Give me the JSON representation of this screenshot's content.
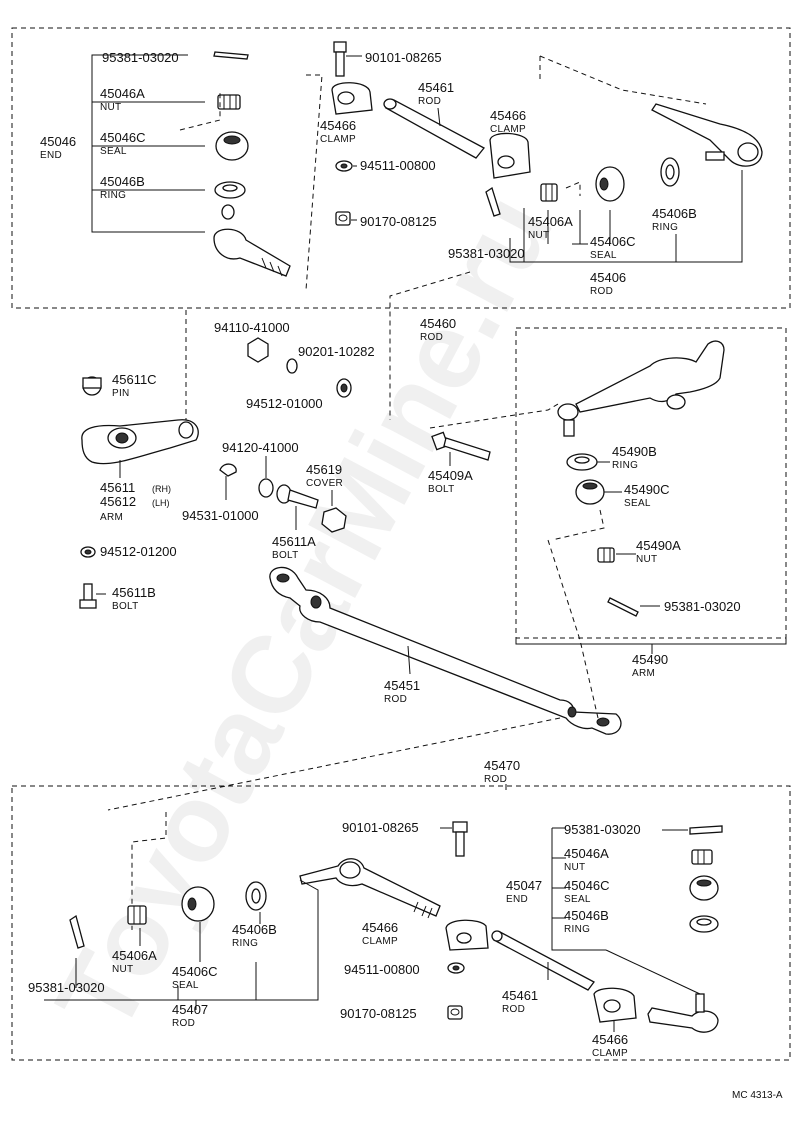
{
  "watermark": "ToyotaCarMine.ru",
  "ref_code": "MC 4313-A",
  "top_group": {
    "end_45046": {
      "num": "45046",
      "name": "END"
    },
    "pin_a": {
      "num": "95381-03020"
    },
    "nut": {
      "num": "45046A",
      "name": "NUT"
    },
    "seal": {
      "num": "45046C",
      "name": "SEAL"
    },
    "ring": {
      "num": "45046B",
      "name": "RING"
    },
    "bolt_a": {
      "num": "90101-08265"
    },
    "clamp_a": {
      "num": "45466",
      "name": "CLAMP"
    },
    "rod_45461": {
      "num": "45461",
      "name": "ROD"
    },
    "clamp_b": {
      "num": "45466",
      "name": "CLAMP"
    },
    "washer": {
      "num": "94511-00800"
    },
    "nut_b": {
      "num": "90170-08125"
    },
    "nut_c": {
      "num": "45406A",
      "name": "NUT"
    },
    "ring_b": {
      "num": "45406B",
      "name": "RING"
    },
    "seal_b": {
      "num": "45406C",
      "name": "SEAL"
    },
    "pin_b": {
      "num": "95381-03020"
    },
    "rod_45406": {
      "num": "45406",
      "name": "ROD"
    },
    "rod_45460": {
      "num": "45460",
      "name": "ROD"
    }
  },
  "middle": {
    "nut_94110": {
      "num": "94110-41000"
    },
    "nut_90201": {
      "num": "90201-10282"
    },
    "washer_94512a": {
      "num": "94512-01000"
    },
    "pin_45611c": {
      "num": "45611C",
      "name": "PIN"
    },
    "arm": {
      "num_rh": "45611",
      "rh": "(RH)",
      "num_lh": "45612",
      "lh": "(LH)",
      "name": "ARM"
    },
    "nut_94120": {
      "num": "94120-41000"
    },
    "cover": {
      "num": "45619",
      "name": "COVER"
    },
    "pin_94531": {
      "num": "94531-01000"
    },
    "bolt_45611a": {
      "num": "45611A",
      "name": "BOLT"
    },
    "washer_94512b": {
      "num": "94512-01200"
    },
    "bolt_45611b": {
      "num": "45611B",
      "name": "BOLT"
    },
    "bolt_45409a": {
      "num": "45409A",
      "name": "BOLT"
    },
    "rod_45451": {
      "num": "45451",
      "name": "ROD"
    }
  },
  "arm_group": {
    "ring": {
      "num": "45490B",
      "name": "RING"
    },
    "seal": {
      "num": "45490C",
      "name": "SEAL"
    },
    "nut": {
      "num": "45490A",
      "name": "NUT"
    },
    "pin": {
      "num": "95381-03020"
    },
    "arm": {
      "num": "45490",
      "name": "ARM"
    }
  },
  "bottom_group": {
    "rod_45470": {
      "num": "45470",
      "name": "ROD"
    },
    "bolt": {
      "num": "90101-08265"
    },
    "pin_right": {
      "num": "95381-03020"
    },
    "nut_right": {
      "num": "45046A",
      "name": "NUT"
    },
    "end_45047": {
      "num": "45047",
      "name": "END"
    },
    "seal_right": {
      "num": "45046C",
      "name": "SEAL"
    },
    "ring_right": {
      "num": "45046B",
      "name": "RING"
    },
    "clamp_a": {
      "num": "45466",
      "name": "CLAMP"
    },
    "washer": {
      "num": "94511-00800"
    },
    "rod_45461": {
      "num": "45461",
      "name": "ROD"
    },
    "nut_90170": {
      "num": "90170-08125"
    },
    "clamp_b": {
      "num": "45466",
      "name": "CLAMP"
    },
    "nut_left": {
      "num": "45406A",
      "name": "NUT"
    },
    "ring_left": {
      "num": "45406B",
      "name": "RING"
    },
    "seal_left": {
      "num": "45406C",
      "name": "SEAL"
    },
    "pin_left": {
      "num": "95381-03020"
    },
    "rod_45407": {
      "num": "45407",
      "name": "ROD"
    }
  }
}
